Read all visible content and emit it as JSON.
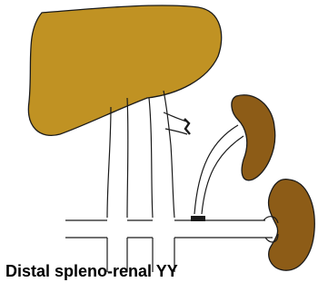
{
  "caption": "Distal spleno-renal YY",
  "colors": {
    "liver_fill": "#C09223",
    "spleen_fill": "#8D5C17",
    "kidney_fill": "#8D5C17",
    "outline": "#1a1a1a",
    "background": "#ffffff"
  },
  "structures": [
    "liver",
    "spleen",
    "kidney",
    "portal-vein",
    "splenic-vein",
    "renal-vein",
    "vena-cava",
    "anastomosis"
  ]
}
